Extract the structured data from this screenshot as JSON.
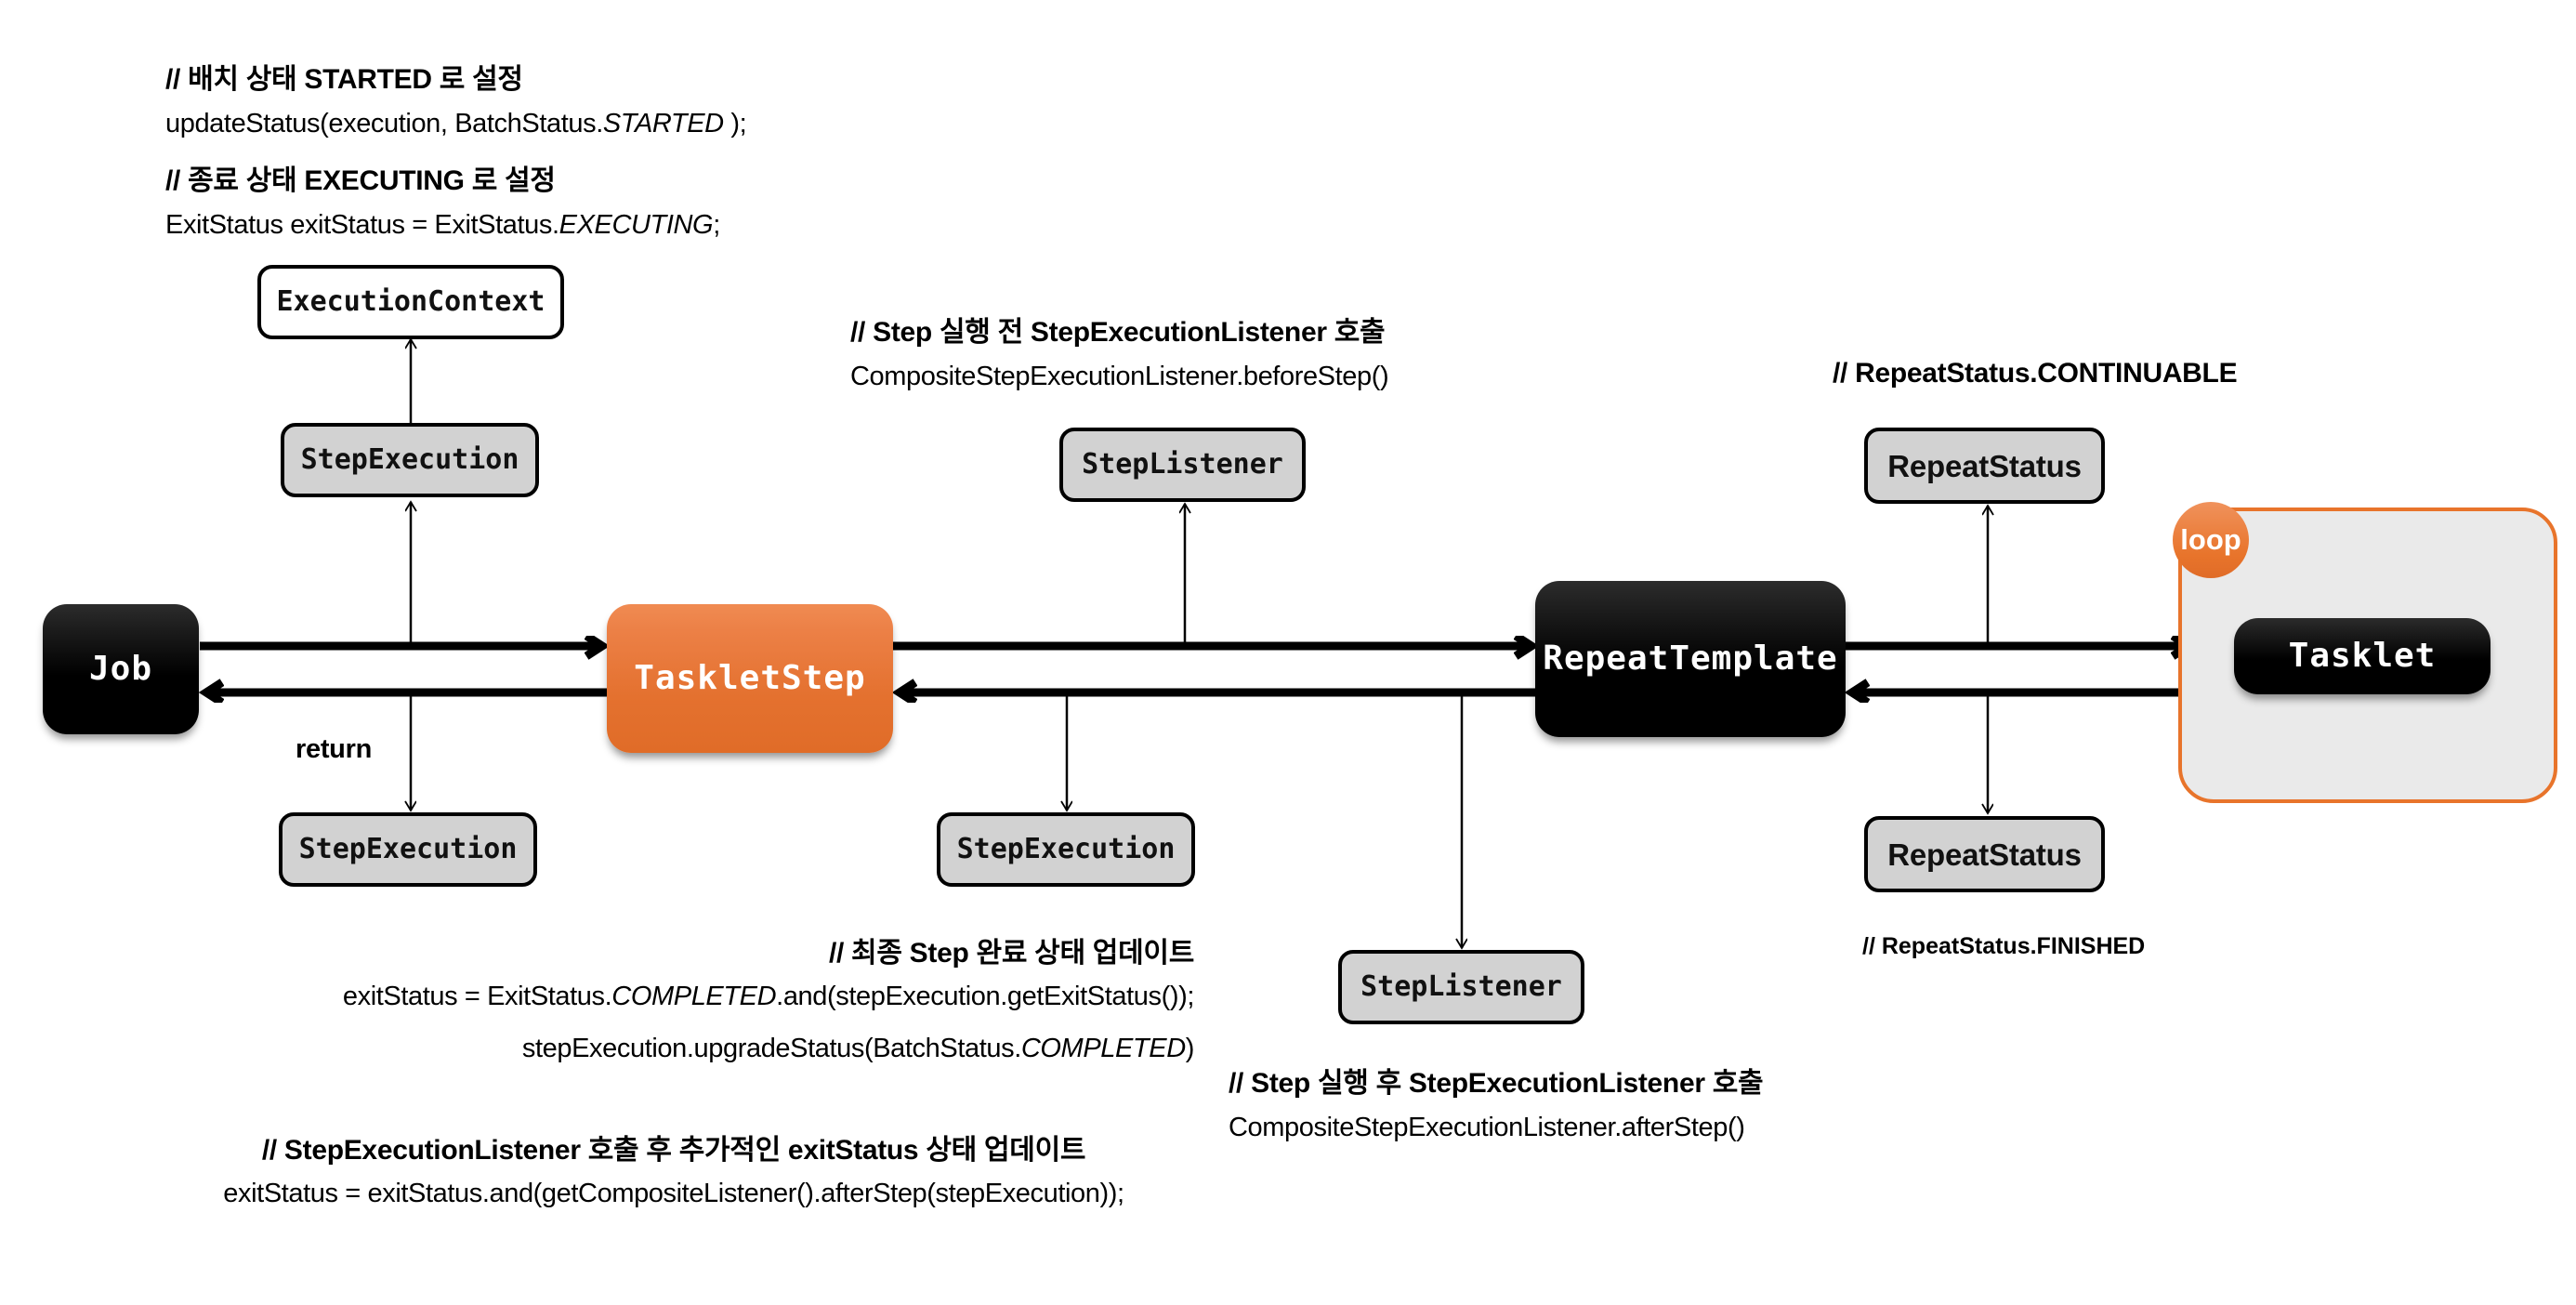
{
  "annotations": {
    "batch_status_title": "// 배치 상태 STARTED 로 설정",
    "batch_status_code_a": "updateStatus(execution, BatchStatus.",
    "batch_status_code_i": "STARTED",
    "batch_status_code_b": " );",
    "exit_status_title": "// 종료 상태 EXECUTING 로 설정",
    "exit_status_code_a": "ExitStatus exitStatus = ExitStatus.",
    "exit_status_code_i": "EXECUTING",
    "exit_status_code_b": ";",
    "before_step_title": "// Step 실행 전 StepExecutionListener 호출",
    "before_step_code": "CompositeStepExecutionListener.beforeStep()",
    "after_step_title": "// Step 실행 후 StepExecutionListener 호출",
    "after_step_code": "CompositeStepExecutionListener.afterStep()",
    "repeat_continuable": "// RepeatStatus.CONTINUABLE",
    "repeat_finished": "// RepeatStatus.FINISHED",
    "final_step_title": "// 최종 Step 완료 상태 업데이트",
    "final_step_code1_a": "exitStatus = ExitStatus.",
    "final_step_code1_i": "COMPLETED",
    "final_step_code1_b": ".and(stepExecution.getExitStatus());",
    "final_step_code2_a": "stepExecution.upgradeStatus(BatchStatus.",
    "final_step_code2_i": "COMPLETED",
    "final_step_code2_b": ")",
    "listener_extra_title": "// StepExecutionListener 호출 후 추가적인 exitStatus 상태 업데이트",
    "listener_extra_code": "exitStatus = exitStatus.and(getCompositeListener().afterStep(stepExecution));",
    "return_label": "return"
  },
  "nodes": {
    "job": "Job",
    "tasklet_step": "TaskletStep",
    "repeat_template": "RepeatTemplate",
    "tasklet": "Tasklet",
    "loop_badge": "loop",
    "execution_context": "ExecutionContext",
    "step_execution_upper_left": "StepExecution",
    "step_execution_lower_left": "StepExecution",
    "step_listener_top": "StepListener",
    "step_execution_mid": "StepExecution",
    "step_listener_bottom": "StepListener",
    "repeat_status_top": "RepeatStatus",
    "repeat_status_bottom": "RepeatStatus"
  },
  "colors": {
    "accent_orange": "#e8742b",
    "node_black": "#000000",
    "node_gray": "#d2d2d2",
    "frame_gray": "#eaeaea",
    "text_black": "#000000",
    "text_white": "#ffffff"
  }
}
